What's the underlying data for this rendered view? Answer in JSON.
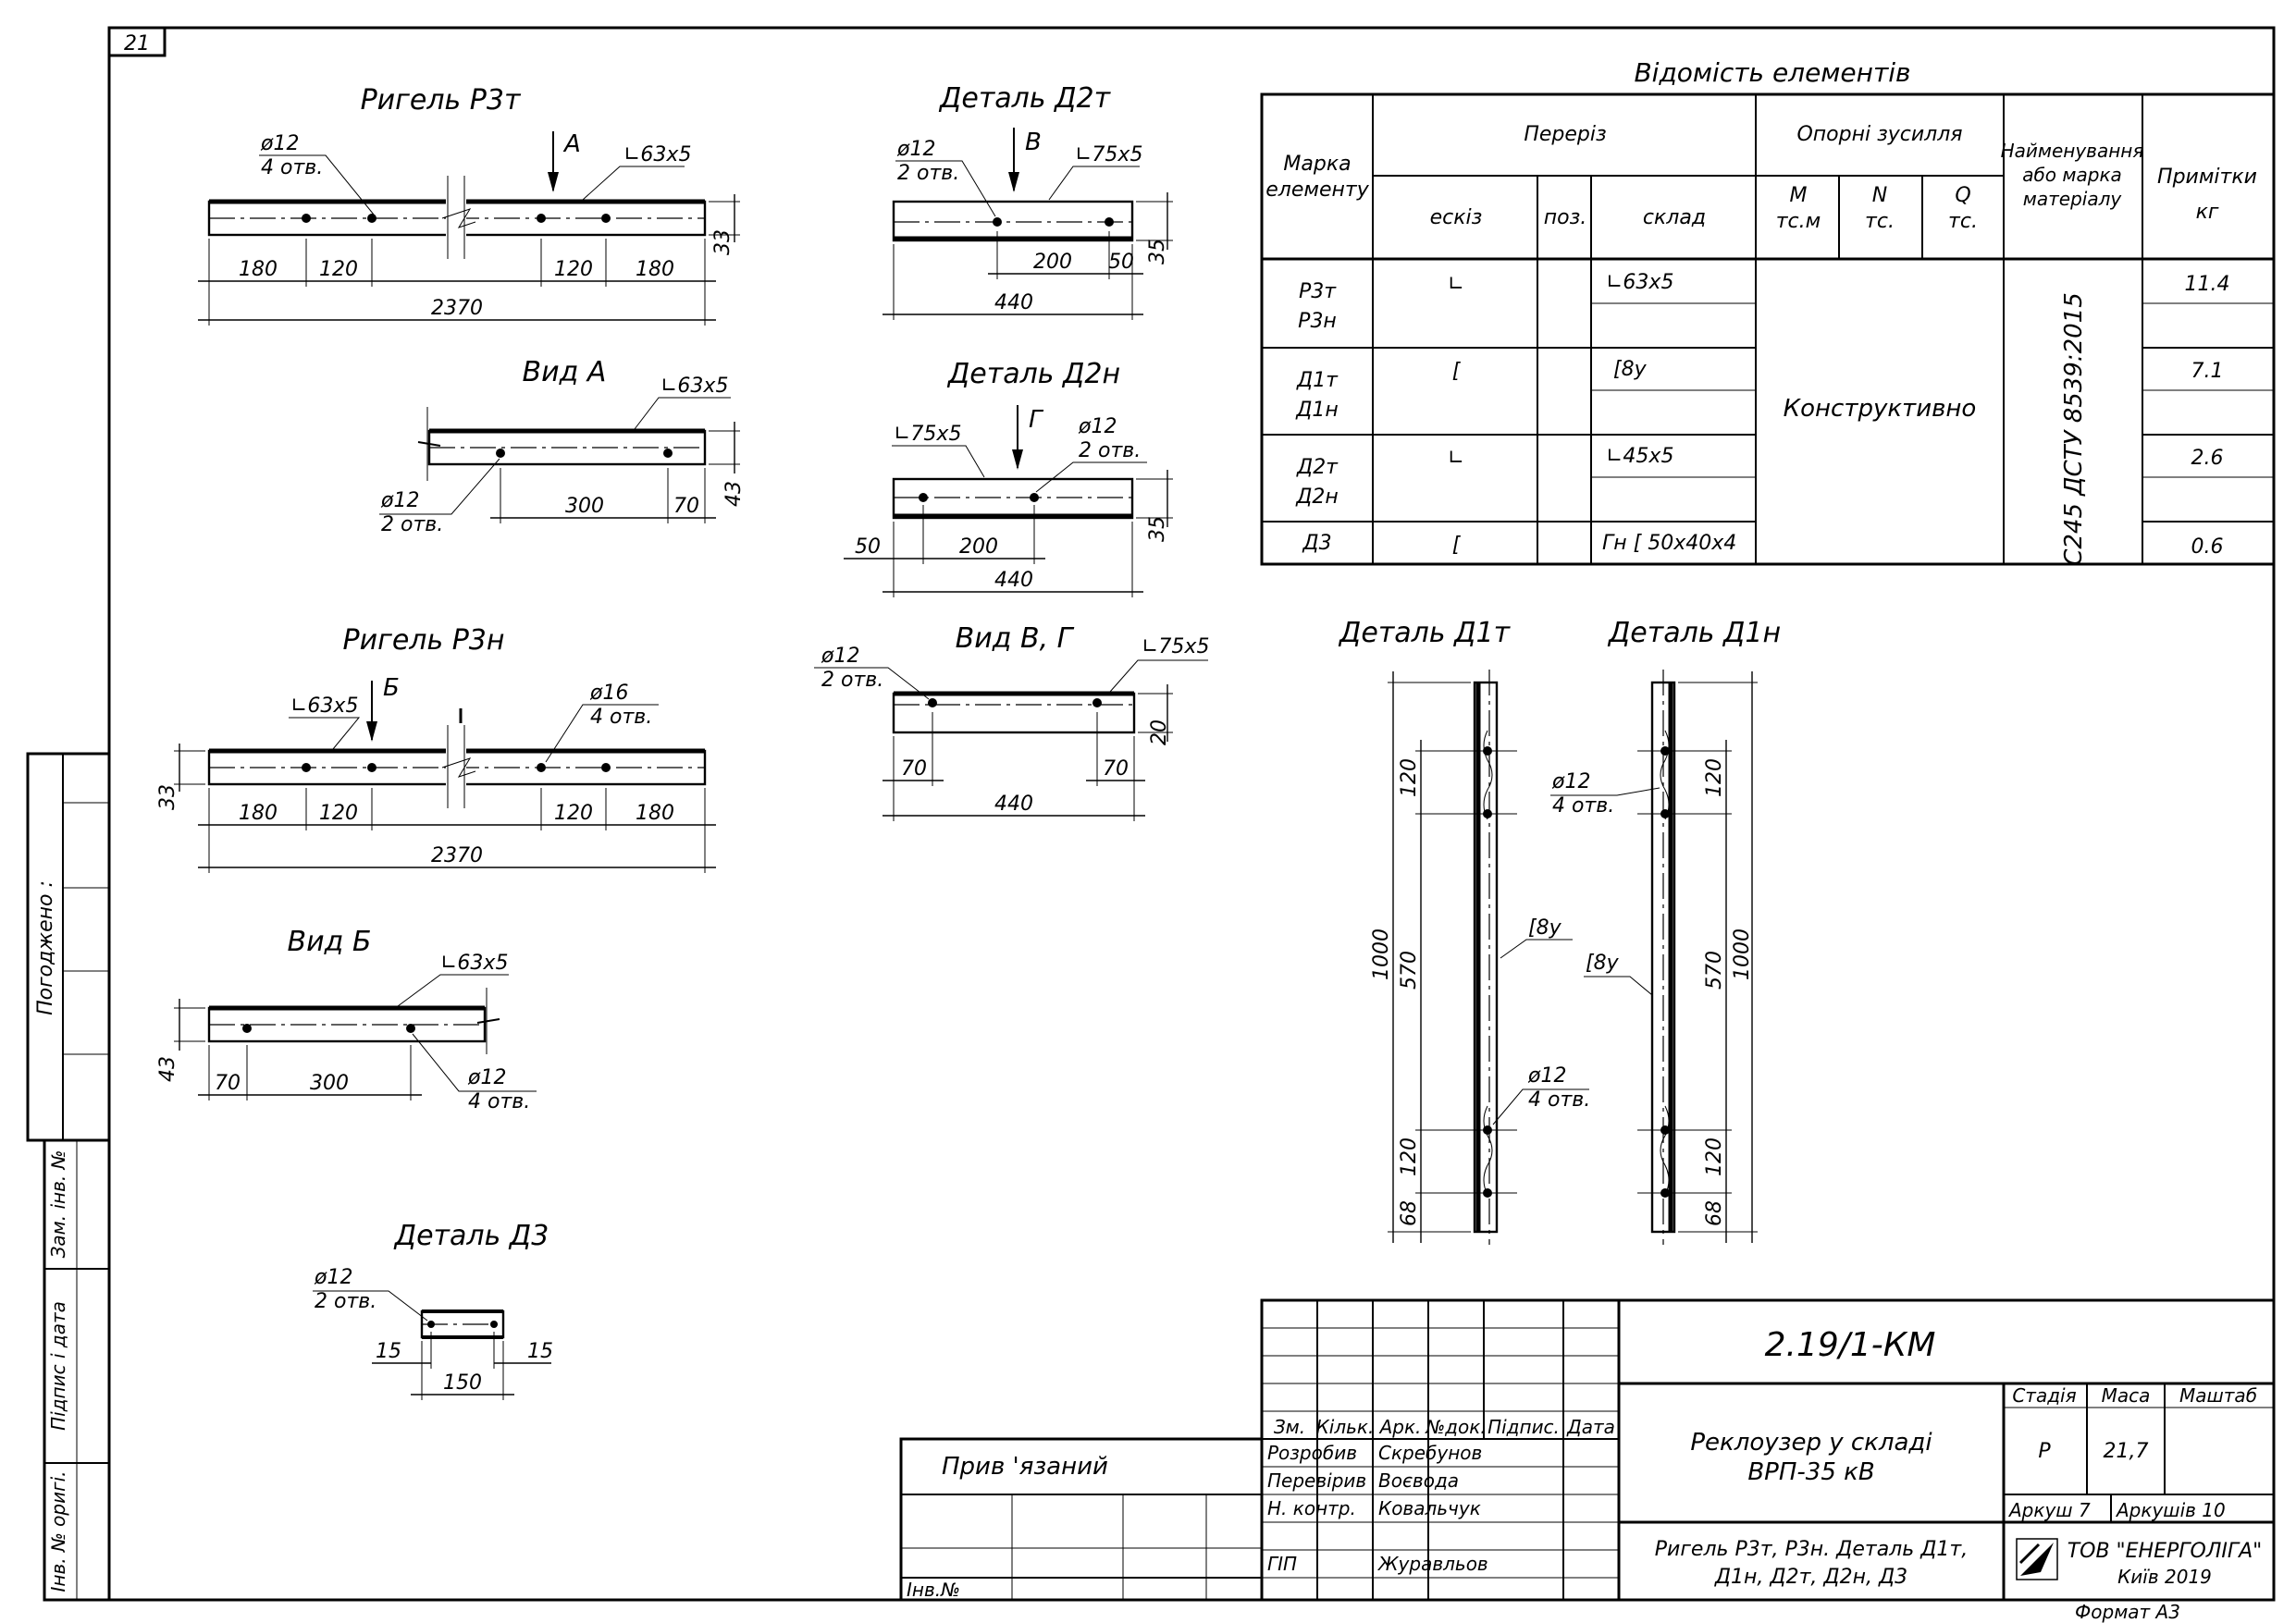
{
  "sheet": {
    "number": "21",
    "format": "Формат А3"
  },
  "left_stamp": {
    "agreed": "Погоджено :",
    "replace_inv": "Зам. інв. №",
    "signature_date": "Підпис і дата",
    "inv_orig": "Інв. № оригі."
  },
  "bound": {
    "label": "Прив 'язаний",
    "inv": "Інв.№"
  },
  "titles": {
    "rz_t": "Ригель Р3т",
    "rz_n": "Ригель Р3н",
    "view_a": "Вид А",
    "view_b": "Вид Б",
    "d2t": "Деталь Д2т",
    "d2n": "Деталь Д2н",
    "view_vg": "Вид В, Г",
    "d3": "Деталь Д3",
    "d1t": "Деталь Д1т",
    "d1n": "Деталь Д1н"
  },
  "labels": {
    "d12": "ø12",
    "d16": "ø16",
    "holes4": "4 отв.",
    "holes2": "2 отв.",
    "a": "А",
    "b": "Б",
    "v": "В",
    "g": "Г",
    "ang63": "∟63x5",
    "ang75": "∟75x5",
    "ch8": "[8у"
  },
  "dims": {
    "d180": "180",
    "d120": "120",
    "d2370": "2370",
    "d33": "33",
    "d300": "300",
    "d70": "70",
    "d43": "43",
    "d200": "200",
    "d50": "50",
    "d440": "440",
    "d35": "35",
    "d20": "20",
    "d15": "15",
    "d150": "150",
    "d1000": "1000",
    "d570": "570",
    "d68": "68"
  },
  "table": {
    "title": "Відомість елементів",
    "headers": {
      "mark": "Марка елементу",
      "section": "Переріз",
      "sketch": "ескіз",
      "pos": "поз.",
      "composition": "склад",
      "forces": "Опорні зусилля",
      "m": "М тс.м",
      "n": "N тс.",
      "q": "Q тс.",
      "material": "Найменування або марка матеріалу",
      "note": "Примітки кг"
    },
    "rows": [
      {
        "marks": [
          "Р3т",
          "Р3н"
        ],
        "sketch": "∟",
        "composition": "∟63x5",
        "note": "11.4"
      },
      {
        "marks": [
          "Д1т",
          "Д1н"
        ],
        "sketch": "[",
        "composition": "[8у",
        "note": "7.1"
      },
      {
        "marks": [
          "Д2т",
          "Д2н"
        ],
        "sketch": "∟",
        "composition": "∟45x5",
        "note": "2.6"
      },
      {
        "marks": [
          "Д3"
        ],
        "sketch": "[",
        "composition": "Гн [ 50x40x4",
        "note": "0.6"
      }
    ],
    "forces_value": "Конструктивно",
    "material_value": "С245 ДСТУ 8539:2015"
  },
  "title_block": {
    "code": "2.19/1-КМ",
    "rev_cols": [
      "Зм.",
      "Кільк.",
      "Арк.",
      "№док.",
      "Підпис.",
      "Дата"
    ],
    "people": [
      {
        "role": "Розробив",
        "name": "Скребунов"
      },
      {
        "role": "Перевірив",
        "name": "Воєвода"
      },
      {
        "role": "Н. контр.",
        "name": "Ковальчук"
      },
      {
        "role": "ГІП",
        "name": "Журавльов"
      }
    ],
    "project_line1": "Реклоузер у складі",
    "project_line2": "ВРП-35 кВ",
    "drawing_line1": "Ригель Р3т, Р3н. Деталь Д1т,",
    "drawing_line2": "Д1н, Д2т, Д2н, Д3",
    "stage_label": "Стадія",
    "mass_label": "Маса",
    "scale_label": "Маштаб",
    "stage": "Р",
    "mass": "21,7",
    "sheet": "Аркуш 7",
    "sheets": "Аркушів 10",
    "company": "ТОВ \"ЕНЕРГОЛІГА\"",
    "city_year": "Київ 2019"
  }
}
